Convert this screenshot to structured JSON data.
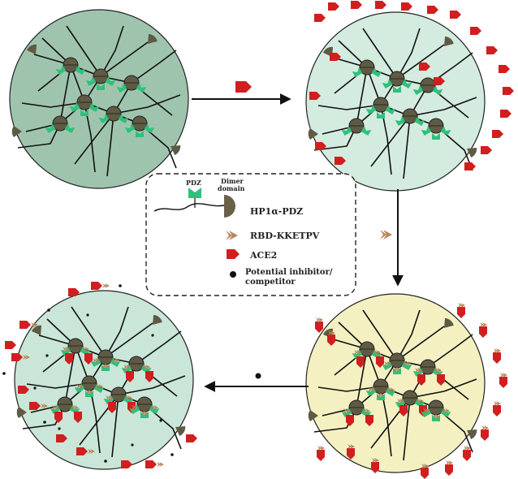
{
  "legend": {
    "pdz_label": "PDZ",
    "dimer_label_line1": "Dimer",
    "dimer_label_line2": "domain",
    "items": [
      {
        "icon": "hp1a-pdz-molecule-icon",
        "label": "HP1α-PDZ"
      },
      {
        "icon": "rbd-peptide-icon",
        "label": "RBD-KKETPV"
      },
      {
        "icon": "ace2-icon",
        "label": "ACE2"
      },
      {
        "icon": "inhibitor-dot-icon",
        "label_line1": "Potential inhibitor/",
        "label_line2": "competitor"
      }
    ]
  },
  "colors": {
    "droplet_top_left": "#9fc4ae",
    "droplet_top_right": "#d4ebe0",
    "droplet_bottom_right": "#f4f0c2",
    "droplet_bottom_left": "#c9e6d8",
    "hp1_body": "#5e5a44",
    "pdz": "#2fc07a",
    "ace2": "#d11e1e",
    "rbd": "#b5855a",
    "chain": "#111111"
  }
}
